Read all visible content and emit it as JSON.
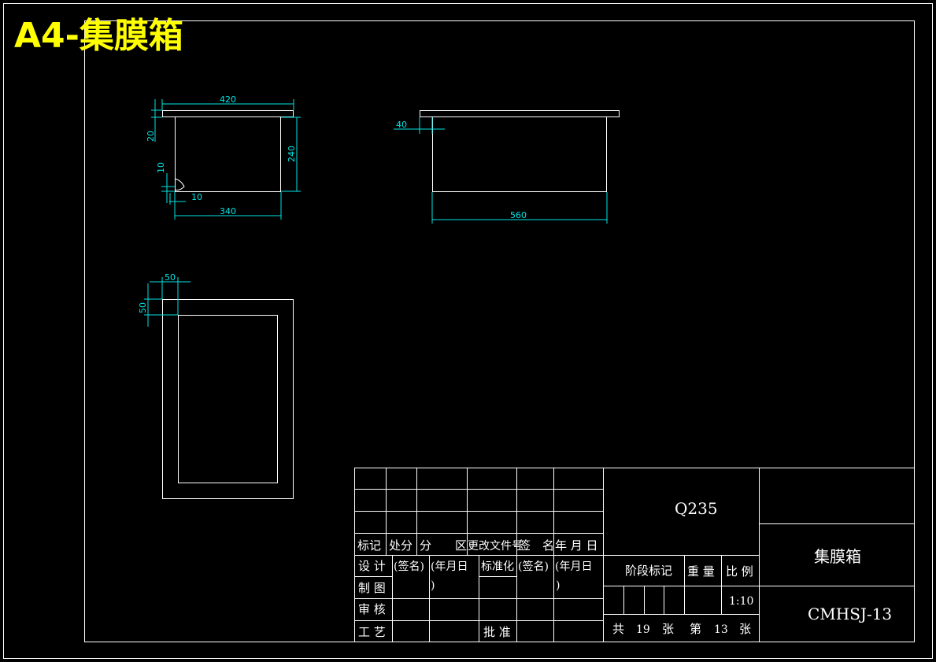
{
  "sheet_title": "A4-集膜箱",
  "views": {
    "front": {
      "dims": {
        "top_width": "420",
        "plate_thickness": "20",
        "height": "240",
        "bottom_offset": "10",
        "foot": "10",
        "bottom_width": "340"
      }
    },
    "side": {
      "dims": {
        "lip": "40",
        "length": "560"
      }
    },
    "top": {
      "dims": {
        "wall_x": "50",
        "wall_y": "50"
      }
    }
  },
  "title_block": {
    "headers": [
      "标记",
      "处分",
      "分　　区",
      "更改文件号",
      "签　名",
      "年 月 日"
    ],
    "row_design": [
      "设 计",
      "(签名)",
      "(年月日",
      "标准化",
      "(签名)",
      "(年月日"
    ],
    "row_design_cont": [
      ")",
      ")"
    ],
    "row_draw": "制 图",
    "row_check": "审 核",
    "row_process": "工 艺",
    "approve": "批 准",
    "material": "Q235",
    "stage_label": "阶段标记",
    "weight_label": "重 量",
    "scale_label": "比 例",
    "scale_value": "1:10",
    "sheet_total_prefix": "共",
    "sheet_total": "19",
    "sheet_unit1": "张",
    "sheet_no_prefix": "第",
    "sheet_no": "13",
    "sheet_unit2": "张",
    "part_name": "集膜箱",
    "drawing_code": "CMHSJ-13"
  }
}
